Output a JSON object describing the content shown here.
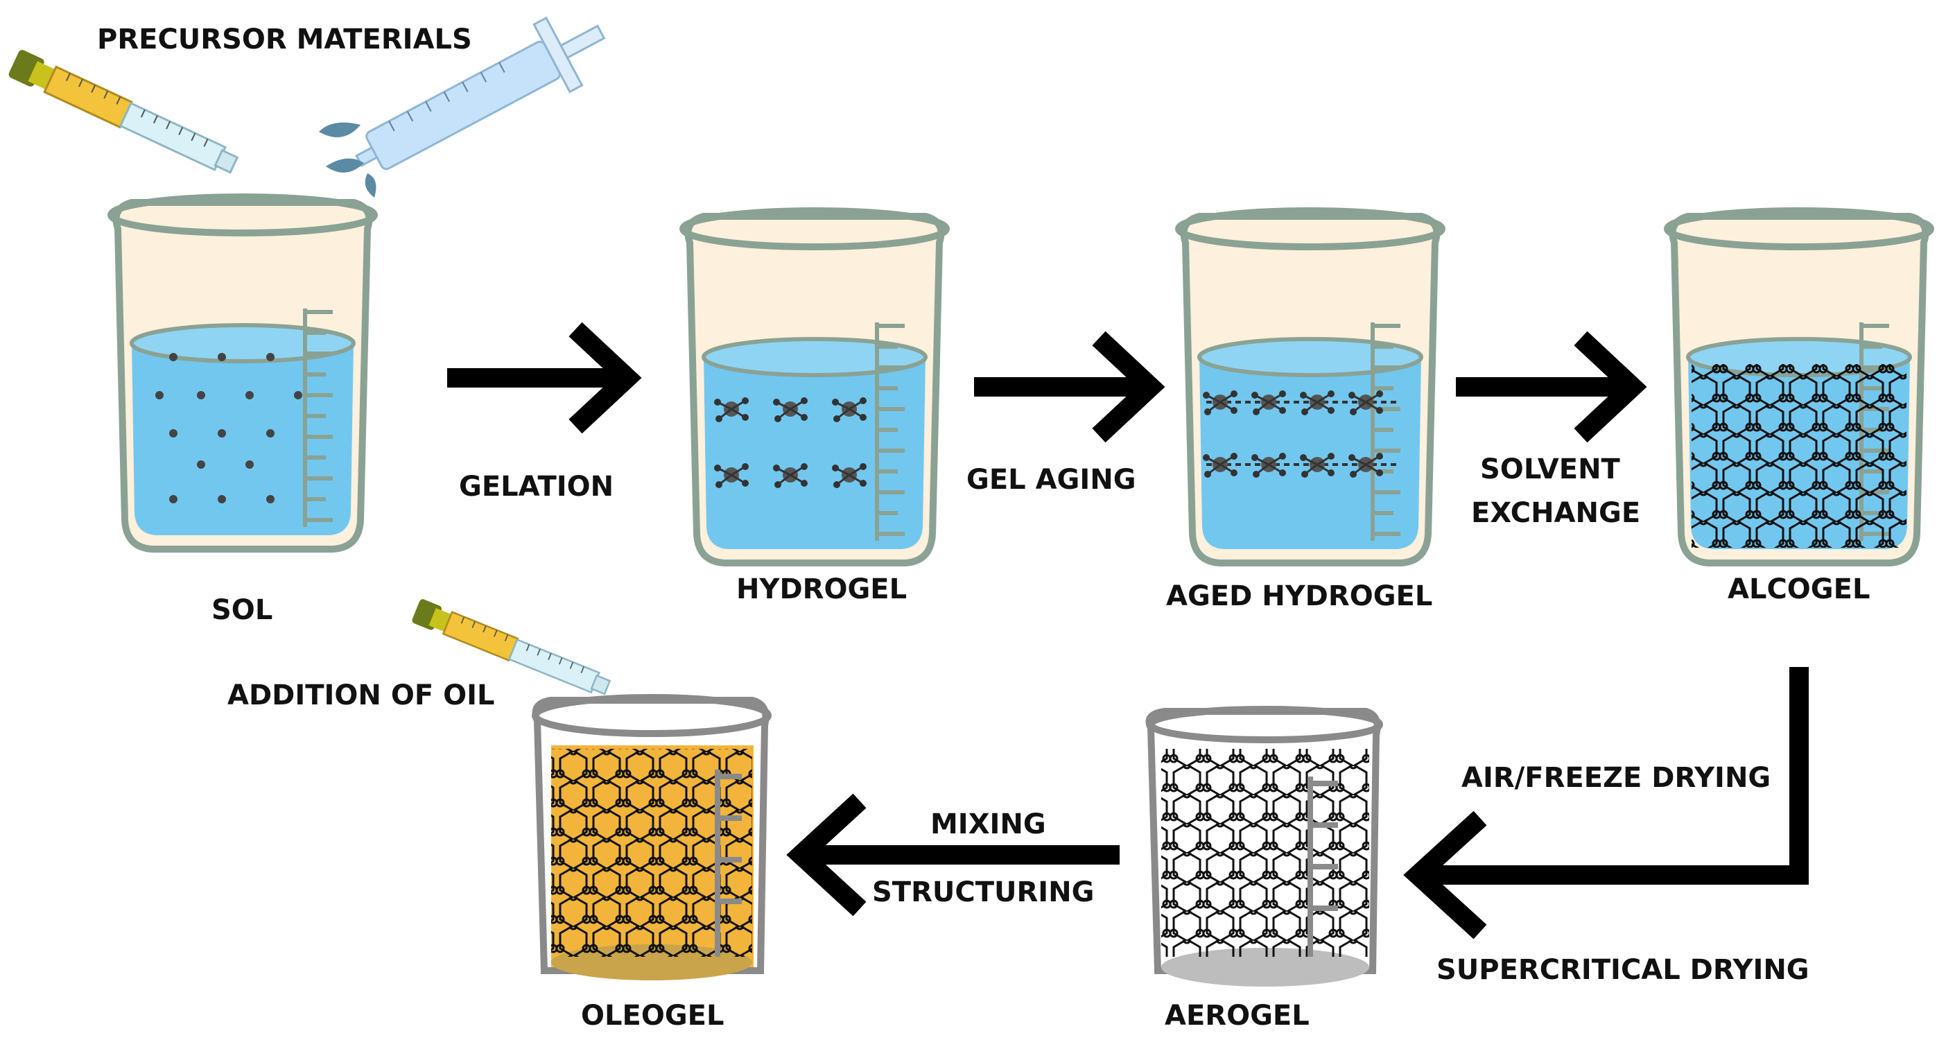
{
  "labels": {
    "precursor": "PRECURSOR MATERIALS",
    "sol": "SOL",
    "hydrogel": "HYDROGEL",
    "aged_hydrogel": "AGED HYDROGEL",
    "alcogel": "ALCOGEL",
    "aerogel": "AEROGEL",
    "oleogel": "OLEOGEL",
    "addition_of_oil": "ADDITION OF OIL"
  },
  "steps": {
    "gelation": "GELATION",
    "gel_aging": "GEL AGING",
    "solvent_1": "SOLVENT",
    "solvent_2": "EXCHANGE",
    "air_freeze": "AIR/FREEZE DRYING",
    "supercritical": "SUPERCRITICAL DRYING",
    "mixing": "MIXING",
    "structuring": "STRUCTURING"
  },
  "colors": {
    "beaker_outline": "#8aa294",
    "beaker_fill": "#fdf0dc",
    "water": "#72c7ef",
    "oil": "#f2b43a",
    "arrow": "#000000",
    "particle": "#444444"
  },
  "icons": [
    "syringe-yellow-icon",
    "syringe-blue-icon",
    "beaker-icon",
    "arrow-right-icon",
    "arrow-left-icon"
  ]
}
